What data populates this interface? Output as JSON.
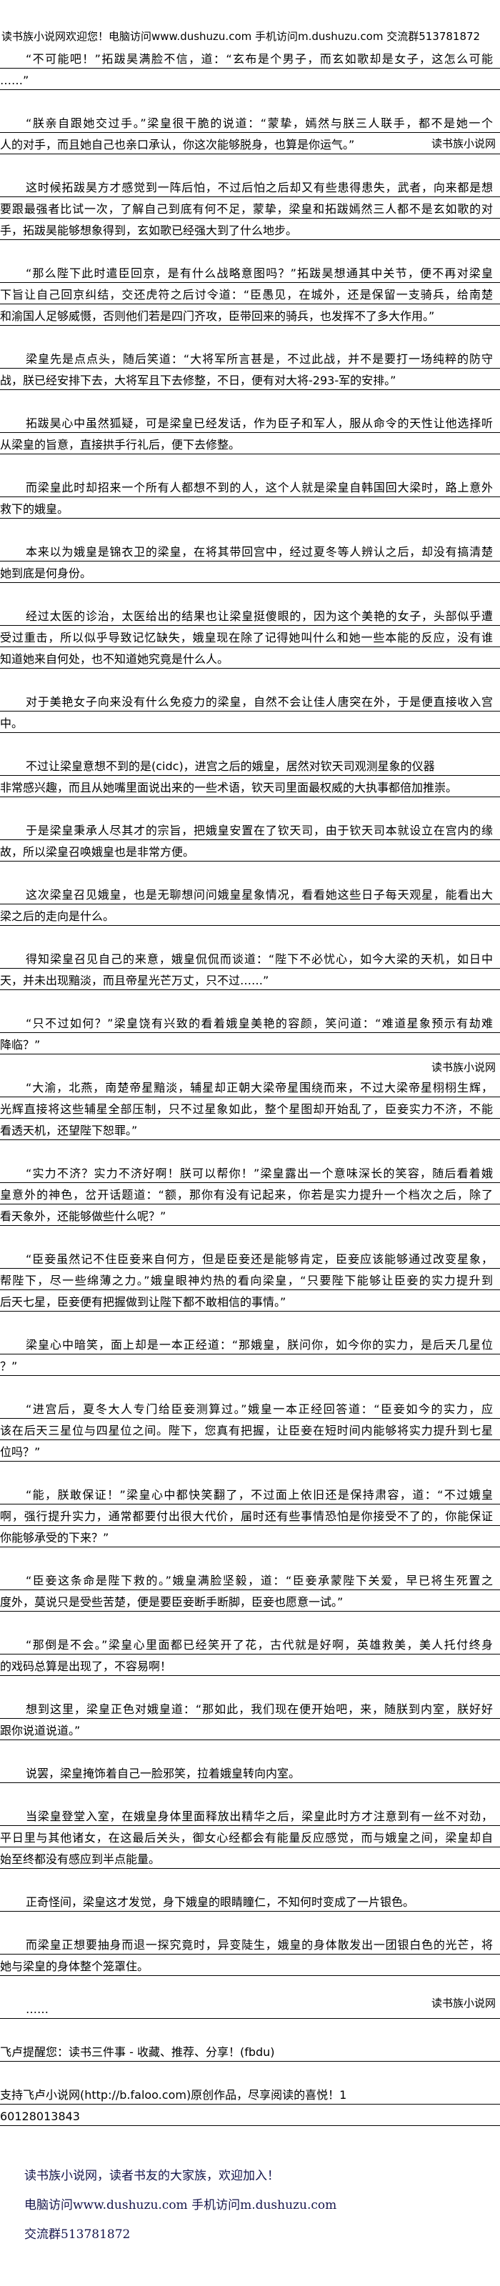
{
  "header": "读书族小说网欢迎您！电脑访问www.dushuzu.com 手机访问m.dushuzu.com 交流群513781872",
  "watermark": "读书族小说网",
  "paragraphs": [
    {
      "lines": [
        "“不可能吧！”拓跋昊满脸不信，道：“玄布是个男子，而玄如歌却是女子，这怎么可能",
        "……”"
      ]
    },
    {
      "lines": [
        "“朕亲自跟她交过手。”梁皇很干脆的说道：“蒙挚，嫣然与朕三人联手，都不是她一个",
        "人的对手，而且她自己也亲口承认，你这次能够脱身，也算是你运气。”"
      ],
      "watermark_inline": true
    },
    {
      "lines": [
        "这时候拓跋昊方才感觉到一阵后怕，不过后怕之后却又有些患得患失，武者，向来都是想",
        "要跟最强者比试一次，了解自己到底有何不足，蒙挚，梁皇和拓跋嫣然三人都不是玄如歌的对",
        "手，拓跋昊能够想象得到，玄如歌已经强大到了什么地步。"
      ]
    },
    {
      "lines": [
        "“那么陛下此时遣臣回京，是有什么战略意图吗？”拓跋昊想通其中关节，便不再对梁皇",
        "下旨让自己回京纠结，交还虎符之后讨令道：“臣愚见，在城外，还是保留一支骑兵，给南楚",
        "和渝国人足够威慑，否则他们若是四门齐攻，臣带回来的骑兵，也发挥不了多大作用。”"
      ]
    },
    {
      "lines": [
        "梁皇先是点点头，随后笑道：“大将军所言甚是，不过此战，并不是要打一场纯粹的防守",
        "战，朕已经安排下去，大将军且下去修整，不日，便有对大将-293-军的安排。”"
      ]
    },
    {
      "lines": [
        "拓跋昊心中虽然狐疑，可是梁皇已经发话，作为臣子和军人，服从命令的天性让他选择听",
        "从梁皇的旨意，直接拱手行礼后，便下去修整。"
      ]
    },
    {
      "lines": [
        "而梁皇此时却招来一个所有人都想不到的人，这个人就是梁皇自韩国回大梁时，路上意外",
        "救下的娥皇。"
      ]
    },
    {
      "lines": [
        "本来以为娥皇是锦衣卫的梁皇，在将其带回宫中，经过夏冬等人辨认之后，却没有搞清楚",
        "她到底是何身份。"
      ]
    },
    {
      "lines": [
        "经过太医的诊治，太医给出的结果也让梁皇挺傻眼的，因为这个美艳的女子，头部似乎遭",
        "受过重击，所以似乎导致记忆缺失，娥皇现在除了记得她叫什么和她一些本能的反应，没有谁",
        "知道她来自何处，也不知道她究竟是什么人。"
      ]
    },
    {
      "lines": [
        "对于美艳女子向来没有什么免疫力的梁皇，自然不会让佳人唐突在外，于是便直接收入宫",
        "中。"
      ]
    },
    {
      "lines": [
        "不过让梁皇意想不到的是(cidc)，进宫之后的娥皇，居然对钦天司观测星象的仪器",
        "非常感兴趣，而且从她嘴里面说出来的一些术语，钦天司里面最权威的大执事都倍加推崇。"
      ],
      "first_short": true
    },
    {
      "lines": [
        "于是梁皇秉承人尽其才的宗旨，把娥皇安置在了钦天司，由于钦天司本就设立在宫内的缘",
        "故，所以梁皇召唤娥皇也是非常方便。"
      ]
    },
    {
      "lines": [
        "这次梁皇召见娥皇，也是无聊想问问娥皇星象情况，看看她这些日子每天观星，能看出大",
        "梁之后的走向是什么。"
      ]
    },
    {
      "lines": [
        "得知梁皇召见自己的来意，娥皇侃侃而谈道：“陛下不必忧心，如今大梁的天机，如日中",
        "天，并未出现黯淡，而且帝星光芒万丈，只不过……”"
      ]
    },
    {
      "lines": [
        "“只不过如何？”梁皇饶有兴致的看着娥皇美艳的容颜，笑问道：“难道星象预示有劫难",
        "降临？”"
      ]
    },
    {
      "lines": [
        "“大渝，北燕，南楚帝星黯淡，辅星却正朝大梁帝星围绕而来，不过大梁帝星栩栩生辉，",
        "光辉直接将这些辅星全部压制，只不过星象如此，整个星图却开始乱了，臣妾实力不济，不能",
        "看透天机，还望陛下恕罪。”"
      ],
      "watermark_before": true
    },
    {
      "lines": [
        "“实力不济？实力不济好啊！朕可以帮你！”梁皇露出一个意味深长的笑容，随后看着娥",
        "皇意外的神色，岔开话题道：“额，那你有没有记起来，你若是实力提升一个档次之后，除了",
        "看天象外，还能够做些什么呢？”"
      ]
    },
    {
      "lines": [
        "“臣妾虽然记不住臣妾来自何方，但是臣妾还是能够肯定，臣妾应该能够通过改变星象，",
        "帮陛下，尽一些绵薄之力。”娥皇眼神灼热的看向梁皇，“只要陛下能够让臣妾的实力提升到",
        "后天七星，臣妾便有把握做到让陛下都不敢相信的事情。”"
      ]
    },
    {
      "lines": [
        "梁皇心中暗笑，面上却是一本正经道：“那娥皇，朕问你，如今你的实力，是后天几星位",
        "？”"
      ]
    },
    {
      "lines": [
        "“进宫后，夏冬大人专门给臣妾测算过。”娥皇一本正经回答道：“臣妾如今的实力，应",
        "该在后天三星位与四星位之间。陛下，您真有把握，让臣妾在短时间内能够将实力提升到七星",
        "位吗？”"
      ]
    },
    {
      "lines": [
        "“能，朕敢保证！”梁皇心中都快笑翻了，不过面上依旧还是保持肃容，道：“不过娥皇",
        "啊，强行提升实力，通常都要付出很大代价，届时还有些事情恐怕是你接受不了的，你能保证",
        "你能够承受的下来？”"
      ]
    },
    {
      "lines": [
        "“臣妾这条命是陛下救的。”娥皇满脸坚毅，道：“臣妾承蒙陛下关爱，早已将生死置之",
        "度外，莫说只是受些苦楚，便是要臣妾断手断脚，臣妾也愿意一试。”"
      ]
    },
    {
      "lines": [
        "“那倒是不会。”梁皇心里面都已经笑开了花，古代就是好啊，英雄救美，美人托付终身",
        "的戏码总算是出现了，不容易啊！"
      ]
    },
    {
      "lines": [
        "想到这里，梁皇正色对娥皇道：“那如此，我们现在便开始吧，来，随朕到内室，朕好好",
        "跟你说道说道。”"
      ]
    },
    {
      "lines": [
        "说罢，梁皇掩饰着自己一脸邪笑，拉着娥皇转向内室。"
      ]
    },
    {
      "lines": [
        "当梁皇登堂入室，在娥皇身体里面释放出精华之后，梁皇此时方才注意到有一丝不对劲，",
        "平日里与其他诸女，在这最后关头，御女心经都会有能量反应感觉，而与娥皇之间，梁皇却自",
        "始至终都没有感应到半点能量。"
      ]
    },
    {
      "lines": [
        "正奇怪间，梁皇这才发觉，身下娥皇的眼睛瞳仁，不知何时变成了一片银色。"
      ]
    },
    {
      "lines": [
        "而梁皇正想要抽身而退一探究竟时，异变陡生，娥皇的身体散发出一团银白色的光芒，将",
        "她与梁皇的身体整个笼罩住。"
      ]
    },
    {
      "lines": [
        "……"
      ],
      "watermark_raised": true
    }
  ],
  "notices": [
    "飞卢提醒您：读书三件事 - 收藏、推荐、分享！(fbdu)",
    "支持飞卢小说网(http://b.faloo.com)原创作品，尽享阅读的喜悦！1"
  ],
  "chapter_id": "60128013843",
  "footer": {
    "line1": "读书族小说网，读者书友的大家族，欢迎加入！",
    "line2": "电脑访问www.dushuzu.com 手机访问m.dushuzu.com",
    "line3": "交流群513781872"
  }
}
